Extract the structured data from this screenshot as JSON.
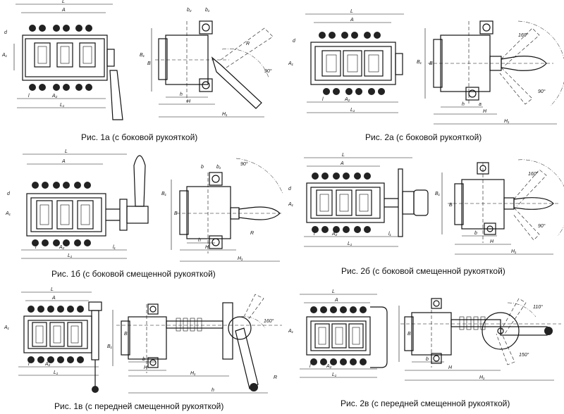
{
  "captions": {
    "fig_1a": "Рис. 1а (с боковой рукояткой)",
    "fig_2a": "Рис. 2а (с боковой рукояткой)",
    "fig_1b": "Рис. 1б (с боковой смещенной рукояткой)",
    "fig_2b": "Рис. 2б (с боковой смещенной рукояткой)",
    "fig_1v": "Рис. 1в (с передней смещенной рукояткой)",
    "fig_2v": "Рис. 2в (с передней смещенной рукояткой)"
  },
  "dims": {
    "L": "L",
    "A": "A",
    "A1": "A₁",
    "A2": "A₂",
    "d": "d",
    "l": "l",
    "L1": "L₁",
    "l1": "l₁",
    "B": "B",
    "B1": "B₁",
    "b": "b",
    "b1": "b₁",
    "b2": "b₂",
    "h": "h",
    "H": "H",
    "H1": "H₁",
    "a": "a",
    "R": "R"
  },
  "angles": {
    "a90": "90°",
    "a160": "160°",
    "a150": "150°",
    "a110": "110°"
  }
}
